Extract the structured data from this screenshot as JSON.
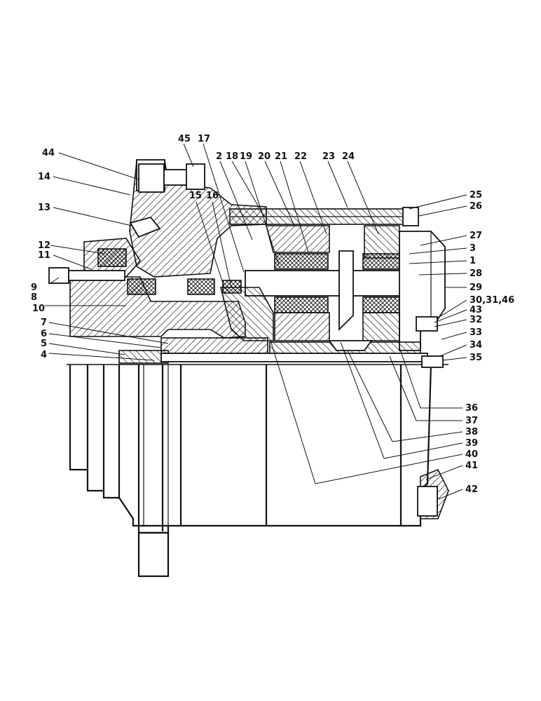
{
  "labels_top": [
    "45",
    "17",
    "2",
    "18",
    "19",
    "20",
    "21",
    "22",
    "23",
    "24"
  ],
  "labels_left": [
    "44",
    "14",
    "13",
    "15",
    "16",
    "12",
    "11",
    "9",
    "8",
    "10",
    "7",
    "6",
    "5",
    "4"
  ],
  "labels_right": [
    "25",
    "26",
    "27",
    "3",
    "1",
    "28",
    "29",
    "30,31,46",
    "43",
    "32",
    "33",
    "34",
    "35"
  ],
  "labels_bottom": [
    "36",
    "37",
    "38",
    "39",
    "40",
    "41",
    "42"
  ]
}
